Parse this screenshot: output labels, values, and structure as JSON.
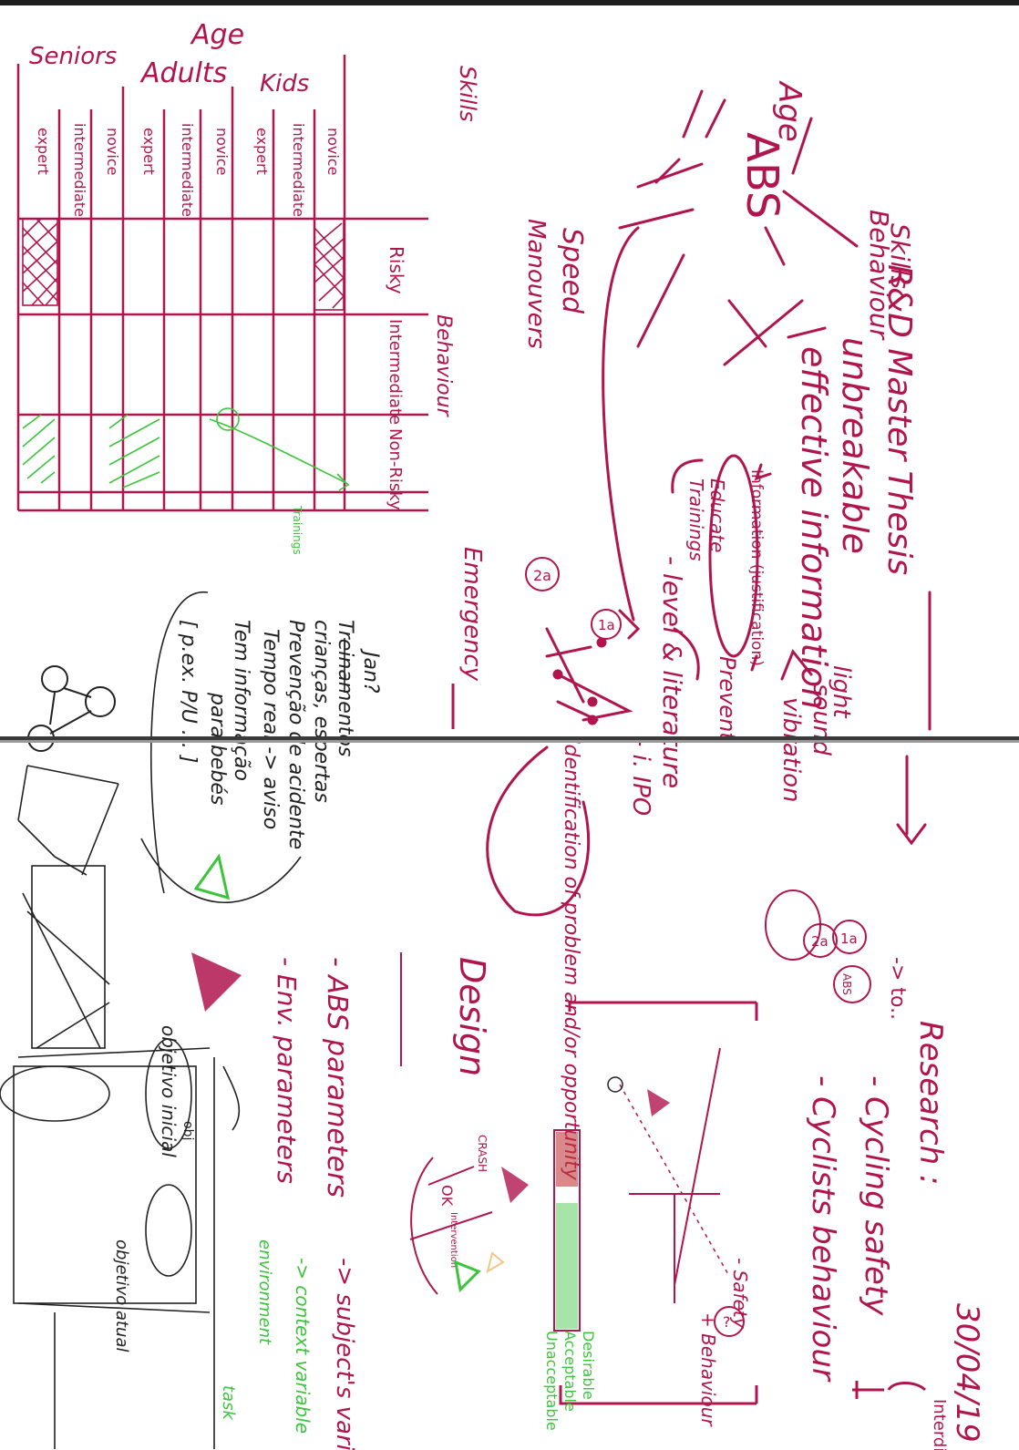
{
  "title": "R&D Master Thesis",
  "date": "30/04/19",
  "age": {
    "main": "Age",
    "abs": "ABS",
    "behaviour": "Behaviour",
    "skills": "Skills",
    "speed": "Speed",
    "manouvers": "Manouvers"
  },
  "center": {
    "unbreakable": "unbreakable",
    "effective": "effective information",
    "information": "Information (justification)",
    "light": "light",
    "sound": "sound",
    "vibration": "vibration",
    "educate": "Educate",
    "trainings": "Trainings",
    "prevent": "Prevent",
    "level_literature": "- level & literature",
    "one_a": "1a",
    "two_a": "2a",
    "ipo": "- i. IPO",
    "identification": "Identification of problem and/or opportunity"
  },
  "research": {
    "arrow_top": "-> to..",
    "abs_circle": "ABS",
    "heading": "Research :",
    "line1": "- Cycling safety",
    "line2": "- Cyclists behaviour",
    "ref": "Interdisc.",
    "q": "?",
    "axis_safety": "- Safety",
    "axis_behaviour": "+ Behaviour",
    "minus": "-",
    "plus": "+",
    "desirable": "Desirable",
    "acceptable": "Acceptable",
    "unacceptable": "Unacceptable"
  },
  "skills_table": {
    "header_skills": "Skills",
    "header_behaviour": "Behaviour",
    "header_age": "Age",
    "groups": [
      "Seniors",
      "Adults",
      "Kids"
    ],
    "levels": [
      "novice",
      "intermediate",
      "expert"
    ],
    "columns": [
      "Risky",
      "Intermediate",
      "Non-Risky"
    ],
    "risky_note": "Risky",
    "trainings_note": "Trainings"
  },
  "emergency": "Emergency",
  "notes": {
    "heading": "Jan?",
    "line1": "Treinamentos",
    "line2": "crianças, espertas",
    "line3": "Prevenção de acidente",
    "line4": "Tempo real -> aviso",
    "line5": "Tem informação",
    "line6": "para bebés",
    "line7": "[ p.ex. P/U ... ]"
  },
  "design": {
    "heading": "Design",
    "abs_params": "- ABS parameters",
    "env_params": "- Env. parameters",
    "subject_var": "-> subject's variable",
    "context_var": "-> context variable",
    "environment": "environment",
    "task": "task",
    "crash": "CRASH",
    "ok": "OK",
    "intervention": "Intervention"
  },
  "sketch": {
    "obj1": "objetivo inicial",
    "obj2": "objetivo atual",
    "obj_label": "obj"
  },
  "colors": {
    "magenta": "#b0154e",
    "green": "#3cc43c",
    "ink": "#222222"
  }
}
